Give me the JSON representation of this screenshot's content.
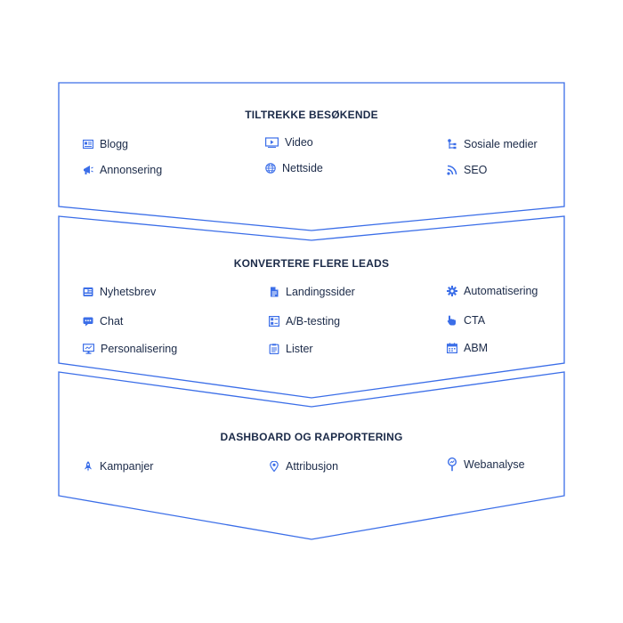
{
  "accent_color": "#3b6ee8",
  "stages": [
    {
      "title": "TILTREKKE BESØKENDE",
      "items": [
        {
          "label": "Blogg",
          "icon": "blog-icon"
        },
        {
          "label": "Video",
          "icon": "video-icon"
        },
        {
          "label": "Sosiale medier",
          "icon": "social-media-icon"
        },
        {
          "label": "Annonsering",
          "icon": "megaphone-icon"
        },
        {
          "label": "Nettside",
          "icon": "globe-icon"
        },
        {
          "label": "SEO",
          "icon": "rss-icon"
        }
      ]
    },
    {
      "title": "KONVERTERE FLERE LEADS",
      "items": [
        {
          "label": "Nyhetsbrev",
          "icon": "newsletter-icon"
        },
        {
          "label": "Landingssider",
          "icon": "document-icon"
        },
        {
          "label": "Automatisering",
          "icon": "gear-icon"
        },
        {
          "label": "Chat",
          "icon": "chat-icon"
        },
        {
          "label": "A/B-testing",
          "icon": "ab-test-icon"
        },
        {
          "label": "CTA",
          "icon": "pointer-icon"
        },
        {
          "label": "Personalisering",
          "icon": "monitor-icon"
        },
        {
          "label": "Lister",
          "icon": "list-icon"
        },
        {
          "label": "ABM",
          "icon": "calendar-icon"
        }
      ]
    },
    {
      "title": "DASHBOARD OG RAPPORTERING",
      "items": [
        {
          "label": "Kampanjer",
          "icon": "rocket-icon"
        },
        {
          "label": "Attribusjon",
          "icon": "location-pin-icon"
        },
        {
          "label": "Webanalyse",
          "icon": "magnifier-icon"
        }
      ]
    }
  ]
}
